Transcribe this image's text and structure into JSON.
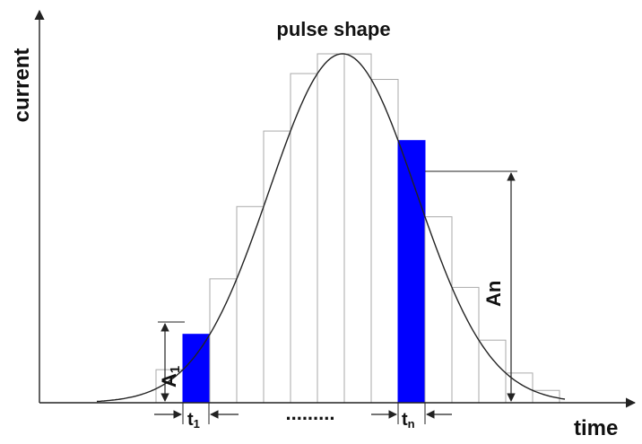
{
  "title": "pulse shape",
  "axes": {
    "y_label": "current",
    "x_label": "time"
  },
  "annotations": {
    "amplitude_first": {
      "base": "A",
      "sub": "1"
    },
    "amplitude_nth": "An",
    "interval_first": {
      "base": "t",
      "sub": "1"
    },
    "interval_nth": {
      "base": "t",
      "sub": "n"
    },
    "ellipsis": "........."
  },
  "colors": {
    "highlight_bar": "#0000ff",
    "lines": "#222222",
    "bar_outline": "#aaaaaa",
    "background": "#ffffff"
  },
  "pulse": {
    "shape": "gaussian",
    "bar_count": 15,
    "highlighted_bars": [
      1,
      9
    ]
  }
}
